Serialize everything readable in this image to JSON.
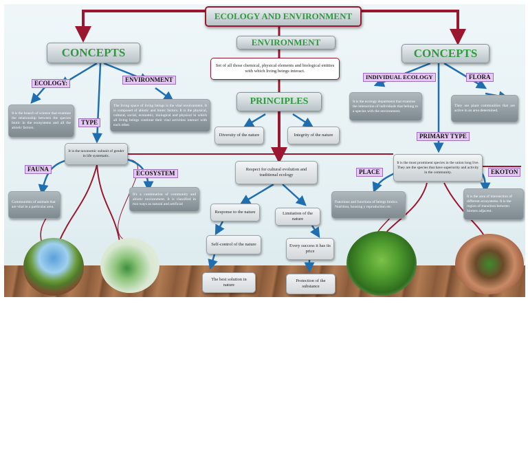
{
  "title": "ECOLOGY AND ENVIRONMENT",
  "center": {
    "environment_heading": "ENVIRONMENT",
    "environment_definition": "Set of all those chemical, physical elements and biological entities with which living beings interact.",
    "principles_heading": "PRINCIPLES",
    "principles": [
      "Diversity of the nature",
      "Integrity of the nature"
    ],
    "cultural": "Respect for cultural evolution and traditional ecology",
    "chain_left": [
      "Response to the nature",
      "Self-control of the nature",
      "The best solution in nature"
    ],
    "chain_right": [
      "Limitation of the nature",
      "Every success it has its price",
      "Protection of the substance"
    ]
  },
  "left": {
    "heading": "CONCEPTS",
    "ecology_label": "ECOLOGY:",
    "ecology_text": "It is the branch of science that examine the relationship between the species biotic in the ecosystems and all the abiotic factors.",
    "environment_label": "ENVIRONMENT",
    "environment_text": "The living space of living beings is the vital environment. It is composed of abiotic and biotic factors. It is the physical, cultural, social, economic, biological and physical in which all living beings continue their vital activities interact with each other.",
    "type_label": "TYPE",
    "type_text": "It is the taxonomic subunit of gender in life systematic.",
    "fauna_label": "FAUNA",
    "fauna_text": "Communities of animals that are vital in a particular area.",
    "ecosystem_label": "ECOSYSTEM",
    "ecosystem_text": "It's a combination of community and abiotic environment. It is classified in two ways as natural and artificial"
  },
  "right": {
    "heading": "CONCEPTS",
    "individual_label": "INDIVIDUAL ECOLOGY",
    "individual_text": "It is the ecology department that examine the interaction of individuals that belong to a species with the environment.",
    "flora_label": "FLORA",
    "flora_text": "They are plant communities that are active in an area determined.",
    "primary_label": "PRIMARY TYPE",
    "primary_text": "It is the most prominent species in the union long live. They are the species that have superiority and activity in the community.",
    "place_label": "PLACE",
    "place_text": "Functions and functions of beings biotics. Nutrition, housing y reproduction etc.",
    "ekoton_label": "EKOTON",
    "ekoton_text": "It is the area of intersection of different ecosystems. It is the region of transition between biomes adjacent."
  },
  "colors": {
    "connector": "#9b1730",
    "arrow_blue": "#1f6fb0",
    "heading_green": "#2f9a3d",
    "tag_purple": "#e7c8f5"
  },
  "photos": [
    "floating-island-photo",
    "hands-plant-photo",
    "green-hill-photo",
    "hands-soil-photo"
  ]
}
